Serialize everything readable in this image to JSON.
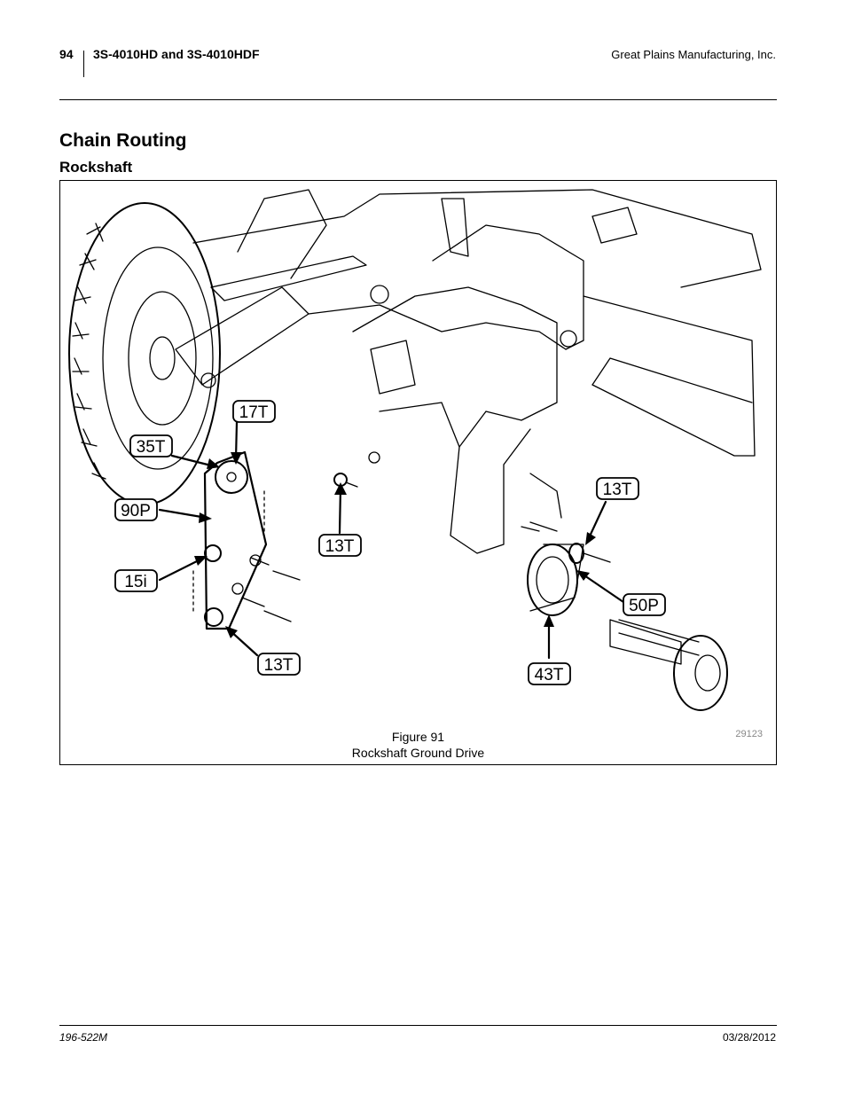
{
  "header": {
    "page_number": "94",
    "doc_title": "3S-4010HD and 3S-4010HDF",
    "company": "Great Plains Manufacturing, Inc."
  },
  "section_title": "Chain Routing",
  "subsection_title": "Rockshaft",
  "figure": {
    "caption_number": "Figure 91",
    "caption_title": "Rockshaft Ground Drive",
    "drawing_code": "29123",
    "callouts": {
      "c17t": "17T",
      "c35t": "35T",
      "c90p": "90P",
      "c15i": "15i",
      "c13t_left": "13T",
      "c13t_mid": "13T",
      "c13t_right": "13T",
      "c50p": "50P",
      "c43t": "43T"
    }
  },
  "footer": {
    "doc_number": "196-522M",
    "date": "03/28/2012"
  }
}
